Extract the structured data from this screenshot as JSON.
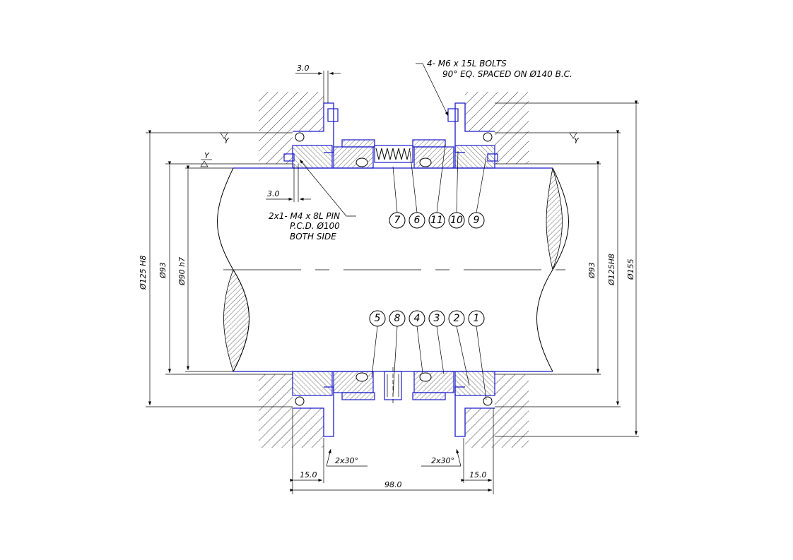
{
  "notes": {
    "bolts_line1": "4- M6 x 15L BOLTS",
    "bolts_line2": "90° EQ. SPACED  ON Ø140 B.C.",
    "pin_line1": "2x1- M4 x 8L PIN",
    "pin_line2": "P.C.D. Ø100",
    "pin_line3": "BOTH SIDE"
  },
  "dimensions": {
    "top_gap": "3.0",
    "pin_offset": "3.0",
    "dia_125_left": "Ø125 H8",
    "dia_93_left": "Ø93",
    "dia_90": "Ø90 h7",
    "dia_93_right": "Ø93",
    "dia_125_right": "Ø125H8",
    "dia_155": "Ø155",
    "chamfer_left": "2x30°",
    "chamfer_right": "2x30°",
    "depth_left": "15.0",
    "depth_right": "15.0",
    "overall_length": "98.0"
  },
  "surface_marks": {
    "left": "Y",
    "right": "Y",
    "shaft": "Y"
  },
  "balloons_top": [
    "7",
    "6",
    "11",
    "10",
    "9"
  ],
  "balloons_bottom": [
    "5",
    "8",
    "4",
    "3",
    "2",
    "1"
  ],
  "colors": {
    "outline": "#1a1acc",
    "ink": "#000000"
  }
}
